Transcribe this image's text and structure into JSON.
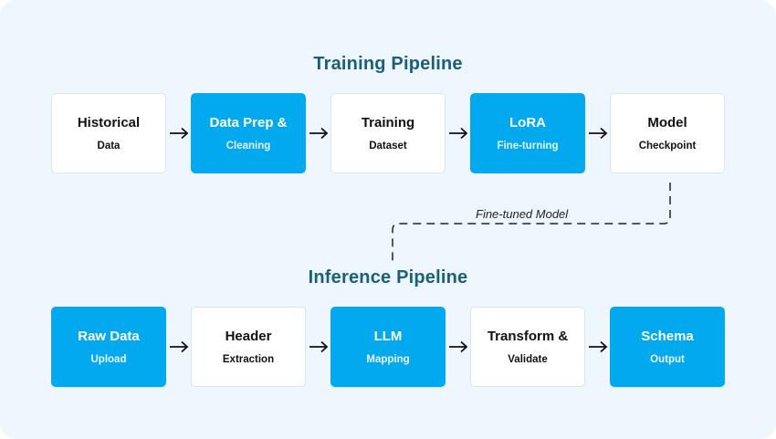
{
  "training": {
    "title": "Training Pipeline",
    "steps": [
      {
        "main": "Historical",
        "sub": "Data",
        "style": "white"
      },
      {
        "main": "Data Prep &",
        "sub": "Cleaning",
        "style": "blue"
      },
      {
        "main": "Training",
        "sub": "Dataset",
        "style": "white"
      },
      {
        "main": "LoRA",
        "sub": "Fine-turning",
        "style": "blue"
      },
      {
        "main": "Model",
        "sub": "Checkpoint",
        "style": "white"
      }
    ]
  },
  "connector": {
    "label": "Fine-tuned Model"
  },
  "inference": {
    "title": "Inference Pipeline",
    "steps": [
      {
        "main": "Raw Data",
        "sub": "Upload",
        "style": "blue"
      },
      {
        "main": "Header",
        "sub": "Extraction",
        "style": "white"
      },
      {
        "main": "LLM",
        "sub": "Mapping",
        "style": "blue"
      },
      {
        "main": "Transform &",
        "sub": "Validate",
        "style": "white"
      },
      {
        "main": "Schema",
        "sub": "Output",
        "style": "blue"
      }
    ]
  },
  "colors": {
    "background": "#eef7fd",
    "title": "#1a5f7a",
    "accent_box": "#03a9ee",
    "plain_box": "#ffffff",
    "arrow": "#111111"
  }
}
